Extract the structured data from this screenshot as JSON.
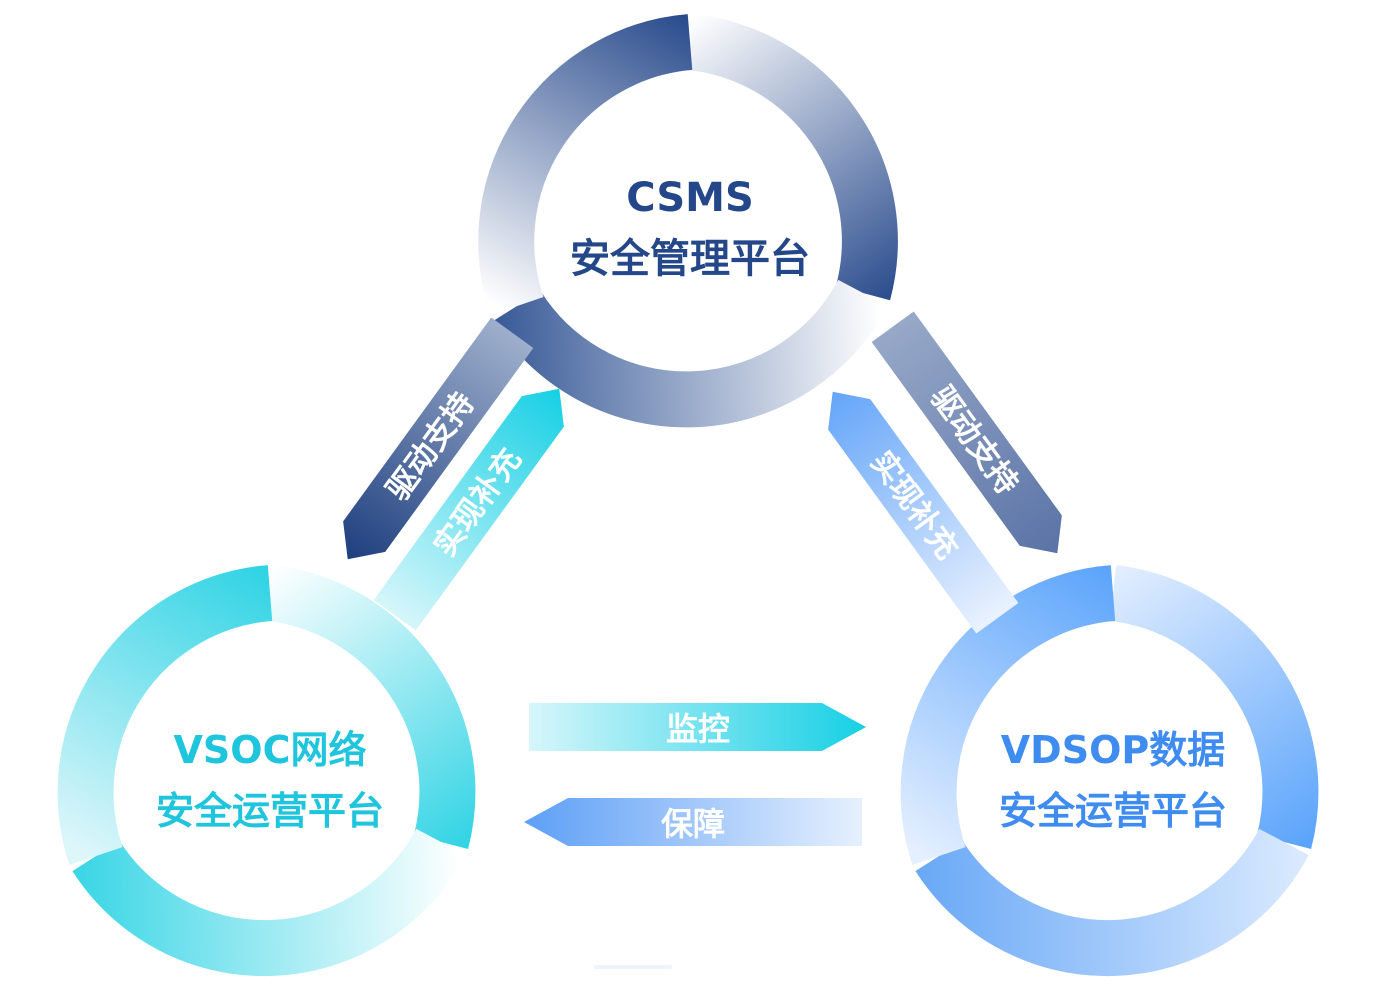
{
  "nodes": {
    "csms": {
      "line1": "CSMS",
      "line2": "安全管理平台",
      "color": "#24478a"
    },
    "vsoc": {
      "line1": "VSOC网络",
      "line2": "安全运营平台",
      "color": "#1fc4dd"
    },
    "vdsop": {
      "line1": "VDSOP数据",
      "line2": "安全运营平台",
      "color": "#3f8cf1"
    }
  },
  "arrows": {
    "left_drive": "驱动支持",
    "left_realize": "实现补充",
    "right_drive": "驱动支持",
    "right_realize": "实现补充",
    "monitor": "监控",
    "guarantee": "保障"
  },
  "colors": {
    "navy": "#24478a",
    "cyan": "#1fcfe2",
    "blue": "#5ba2f7",
    "white": "#ffffff"
  }
}
